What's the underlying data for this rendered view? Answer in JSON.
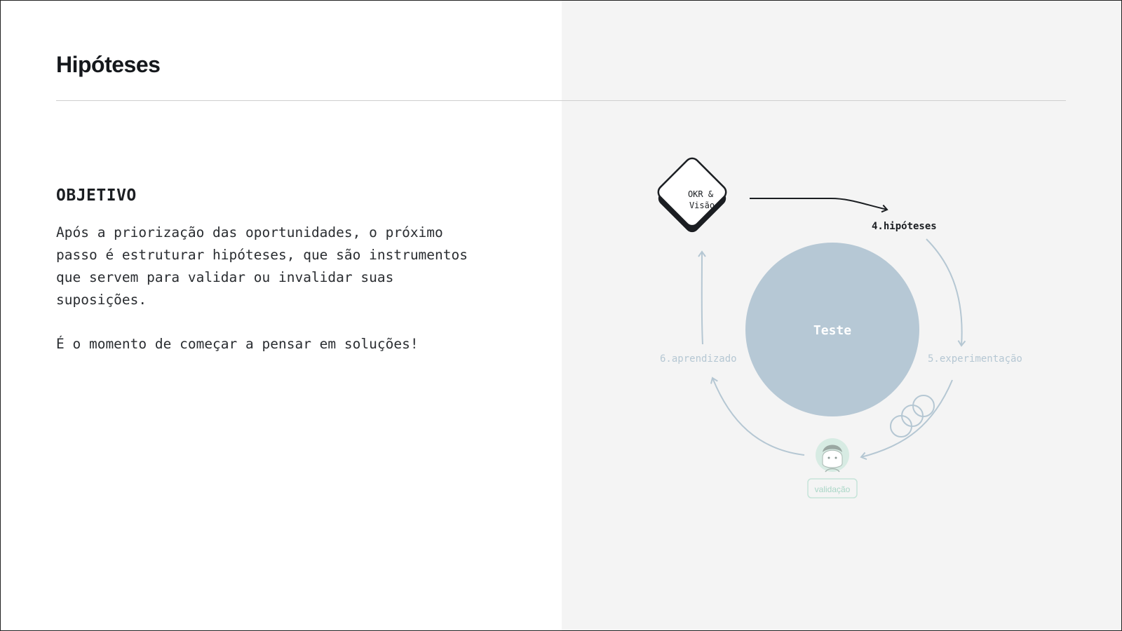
{
  "slide": {
    "title": "Hipóteses",
    "objective_heading": "OBJETIVO",
    "objective_text": "Após a priorização das oportunidades, o próximo passo é estruturar hipóteses, que são instrumentos que servem para validar ou invalidar suas suposições.",
    "closing_text": "É o momento de começar a pensar em soluções!"
  },
  "diagram": {
    "okr_line1": "OKR &",
    "okr_line2": "Visão",
    "step_hypotheses": "4.hipóteses",
    "step_experimentation": "5.experimentação",
    "step_learning": "6.aprendizado",
    "center_label": "Teste",
    "validation_label": "validação",
    "colors": {
      "active": "#1b1e22",
      "inactive": "#b5c7d3",
      "center_fill": "#b6c8d5",
      "validation": "#a9d6c6"
    }
  }
}
